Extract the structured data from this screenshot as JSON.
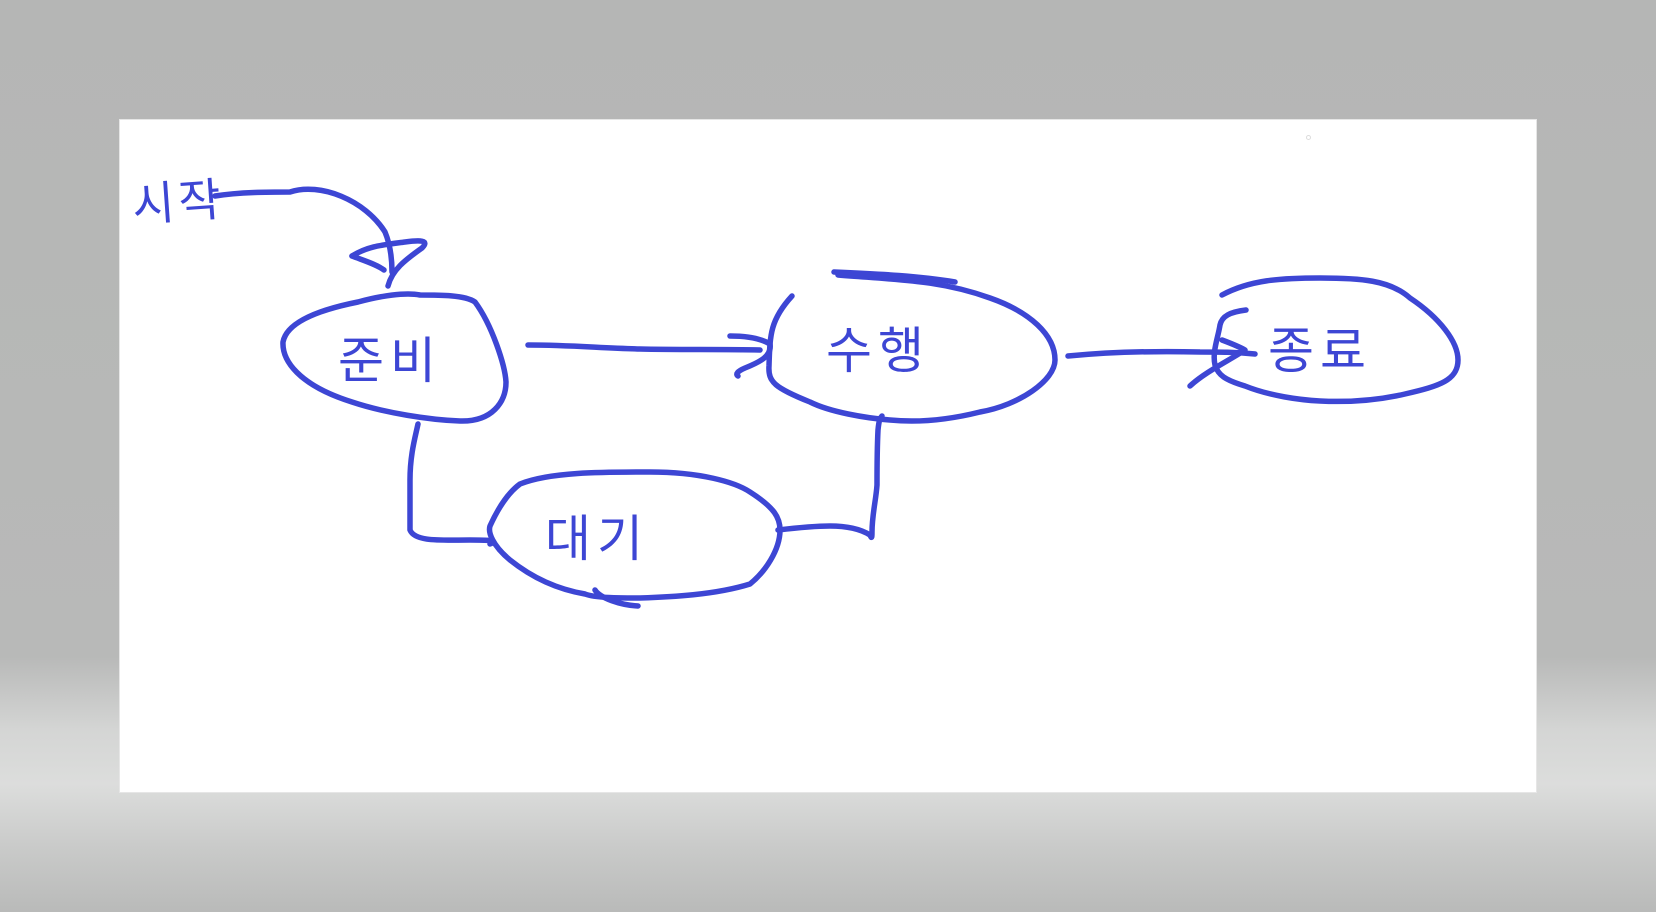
{
  "diagram": {
    "ink_color": "#3d46d4",
    "start_label": "시작",
    "nodes": {
      "prepare": "준비",
      "execute": "수행",
      "done": "종료",
      "wait": "대기"
    }
  }
}
